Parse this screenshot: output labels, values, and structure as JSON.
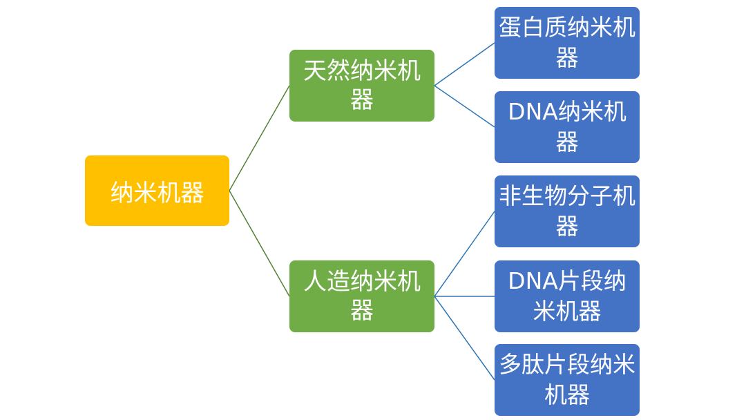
{
  "root": {
    "label": "纳米机器"
  },
  "branches": [
    {
      "label": "天然纳米机器",
      "children": [
        "蛋白质纳米机器",
        "DNA纳米机器"
      ]
    },
    {
      "label": "人造纳米机器",
      "children": [
        "非生物分子机器",
        "DNA片段纳米机器",
        "多肽片段纳米机器"
      ]
    }
  ],
  "colors": {
    "root": "#ffc000",
    "branch": "#70ad47",
    "leaf": "#4472c4",
    "root_connector": "#548235",
    "leaf_connector": "#2e75b6"
  }
}
